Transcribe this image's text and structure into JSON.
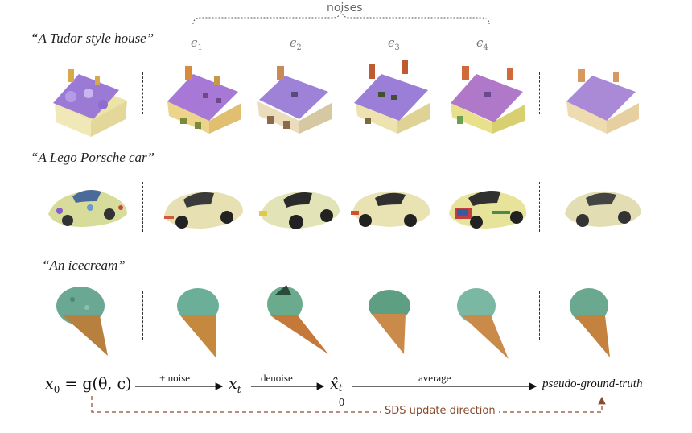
{
  "prompts": {
    "house": "“A Tudor style house”",
    "car": "“A Lego Porsche car”",
    "icecream": "“An icecream”"
  },
  "noises_label": "noises",
  "epsilons": [
    "ϵ1",
    "ϵ2",
    "ϵ3",
    "ϵ4"
  ],
  "epsilon_base": "ϵ",
  "epsilon_subs": [
    "1",
    "2",
    "3",
    "4"
  ],
  "pipeline": {
    "x0_lhs": "x",
    "x0_sub": "0",
    "x0_rhs": "= g(θ, c)",
    "add_noise": "+ noise",
    "xt": "x",
    "xt_sub": "t",
    "denoise": "denoise",
    "x0hat": "x̂",
    "x0hat_sub": "0",
    "x0hat_sup": "t",
    "average": "average",
    "target": "pseudo-ground-truth",
    "sds": "SDS update direction"
  },
  "colors": {
    "accent": "#8a4b2a",
    "roof": "#a070c8",
    "wall": "#e8d9a8",
    "car": "#d9dca0",
    "mint": "#6fae94",
    "cone": "#c98a4a"
  }
}
